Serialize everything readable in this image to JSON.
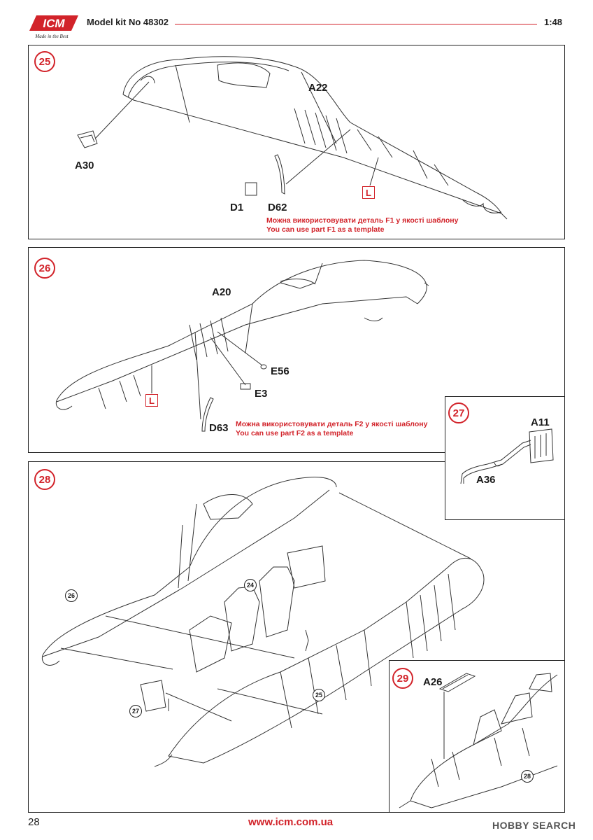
{
  "header": {
    "logo_text": "ICM",
    "logo_tagline": "Made in the Best",
    "kit_label": "Model kit No 48302",
    "scale": "1:48"
  },
  "step25": {
    "number": "25",
    "parts": {
      "a22": "A22",
      "a30": "A30",
      "d1": "D1",
      "d62": "D62"
    },
    "l_marker": "L",
    "note_ua": "Можна використовувати деталь F1 у якості шаблону",
    "note_en": "You can use part F1 as a template"
  },
  "step26": {
    "number": "26",
    "parts": {
      "a20": "A20",
      "e56": "E56",
      "e3": "E3",
      "d63": "D63"
    },
    "l_marker": "L",
    "note_ua": "Можна використовувати деталь F2 у якості шаблону",
    "note_en": "You can use part F2 as a template"
  },
  "step27": {
    "number": "27",
    "parts": {
      "a11": "A11",
      "a36": "A36"
    }
  },
  "step28": {
    "number": "28",
    "refs": {
      "r26": "26",
      "r24": "24",
      "r27": "27",
      "r25": "25"
    }
  },
  "step29": {
    "number": "29",
    "parts": {
      "a26": "A26"
    },
    "refs": {
      "r28": "28"
    }
  },
  "footer": {
    "page_number": "28",
    "url": "www.icm.com.ua",
    "watermark": "HOBBY SEARCH"
  },
  "colors": {
    "accent": "#d2232a",
    "line": "#222222"
  }
}
